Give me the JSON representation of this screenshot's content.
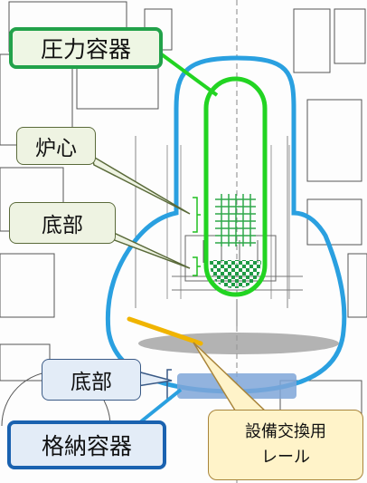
{
  "labels": {
    "pressure_vessel": "圧力容器",
    "core": "炉心",
    "bottom_upper": "底部",
    "bottom_lower": "底部",
    "containment_vessel": "格納容器",
    "rail_line1": "設備交換用",
    "rail_line2": "レール"
  },
  "colors": {
    "pressure_vessel_outline": "#22d422",
    "containment_outline": "#2aa0e0",
    "rail": "#f0b400",
    "core_grid": "#2fa84a",
    "bottom_pad": "#7fa6d8",
    "floor_ellipse": "#9a9a9a"
  }
}
